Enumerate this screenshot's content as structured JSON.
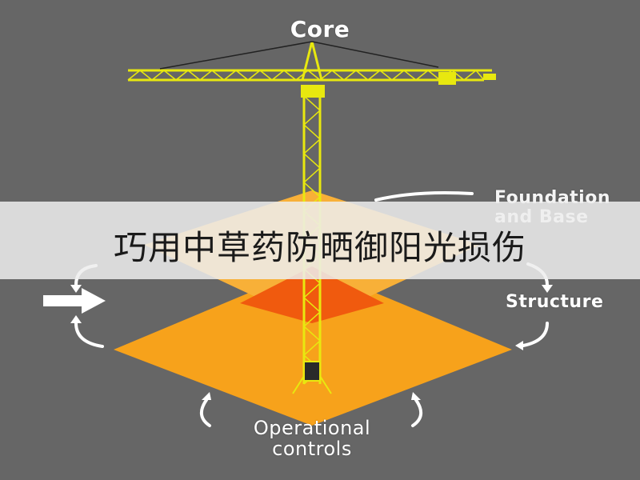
{
  "labels": {
    "core": "Core",
    "foundation": "Foundation\nand Base",
    "structure": "Structure",
    "operational": "Operational\ncontrols"
  },
  "banner": {
    "title": "巧用中草药防晒御阳光损伤"
  },
  "colors": {
    "background": "#666666",
    "crane": "#e8e80f",
    "plane_light": "#f7a21b",
    "plane_overlap": "#f05a0e",
    "arrow": "#ffffff"
  },
  "icons": [
    "right-arrow-icon",
    "cycle-arrow-icon"
  ]
}
